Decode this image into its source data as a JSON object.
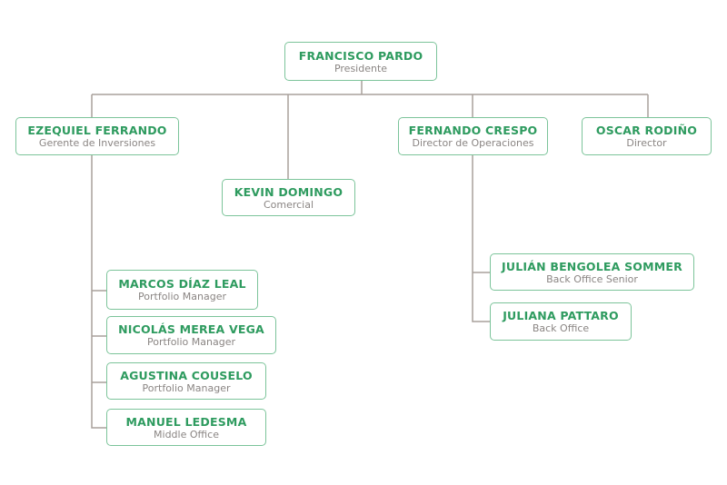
{
  "chart_title": "",
  "colors": {
    "name_text": "#2e9b5f",
    "role_text": "#8a8583",
    "box_border": "#7cc49a",
    "connector": "#a8a09b"
  },
  "nodes": {
    "francisco": {
      "name": "FRANCISCO PARDO",
      "role": "Presidente"
    },
    "ezequiel": {
      "name": "EZEQUIEL FERRANDO",
      "role": "Gerente de Inversiones"
    },
    "kevin": {
      "name": "KEVIN DOMINGO",
      "role": "Comercial"
    },
    "fernando": {
      "name": "FERNANDO CRESPO",
      "role": "Director de Operaciones"
    },
    "oscar": {
      "name": "OSCAR RODIÑO",
      "role": "Director"
    },
    "marcos": {
      "name": "MARCOS DÍAZ LEAL",
      "role": "Portfolio Manager"
    },
    "nicolas": {
      "name": "NICOLÁS MEREA VEGA",
      "role": "Portfolio Manager"
    },
    "agustina": {
      "name": "AGUSTINA COUSELO",
      "role": "Portfolio Manager"
    },
    "manuel": {
      "name": "MANUEL LEDESMA",
      "role": "Middle Office"
    },
    "julian": {
      "name": "JULIÁN BENGOLEA SOMMER",
      "role": "Back Office Senior"
    },
    "juliana": {
      "name": "JULIANA PATTARO",
      "role": "Back Office"
    }
  },
  "hierarchy": {
    "francisco": [
      "ezequiel",
      "kevin",
      "fernando",
      "oscar"
    ],
    "ezequiel": [
      "marcos",
      "nicolas",
      "agustina",
      "manuel"
    ],
    "fernando": [
      "julian",
      "juliana"
    ]
  }
}
